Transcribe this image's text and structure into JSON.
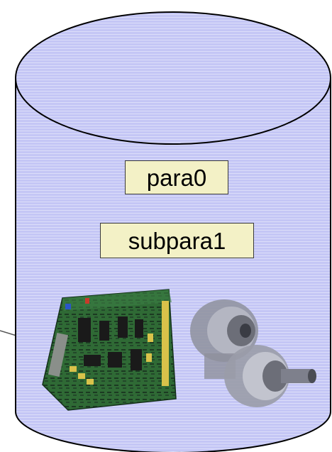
{
  "diagram": {
    "labels": {
      "para0": "para0",
      "subpara1": "subpara1"
    },
    "colors": {
      "cylinder_fill": "#c4c6f5",
      "cylinder_stripe": "#d9dbf8",
      "cylinder_stroke": "#000000",
      "label_fill": "#f3f1c6",
      "pcb_green": "#2f6a35",
      "pcb_dark": "#1c3a22",
      "connector_gold": "#d9c24a",
      "metal_part": "#9a9ca8"
    },
    "icons": [
      "circuit-board-image",
      "mechanical-parts-image"
    ]
  }
}
